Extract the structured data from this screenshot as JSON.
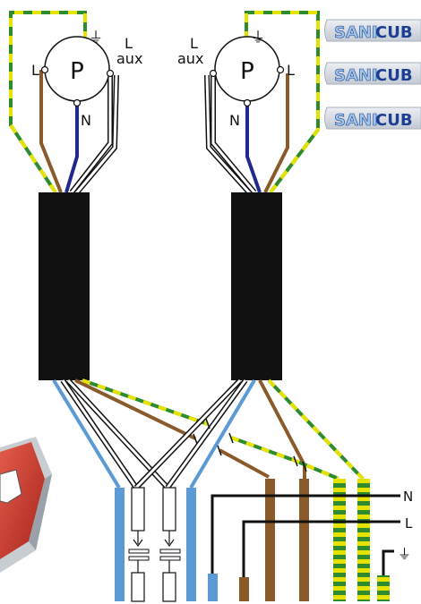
{
  "pumps": [
    {
      "id": "left",
      "symbol": "P",
      "label_L": "L",
      "label_N": "N",
      "label_aux_top": "L",
      "label_aux_bottom": "aux",
      "earth": "⏚"
    },
    {
      "id": "right",
      "symbol": "P",
      "label_L": "L",
      "label_N": "N",
      "label_aux_top": "L",
      "label_aux_bottom": "aux",
      "earth": "⏚"
    }
  ],
  "brand_logos": [
    {
      "text_a": "SANI",
      "text_b": "CUB"
    },
    {
      "text_a": "SANI",
      "text_b": "CUB"
    },
    {
      "text_a": "SANI",
      "text_b": "CUB"
    }
  ],
  "supply_labels": {
    "neutral": "N",
    "live": "L",
    "earth": "⏚"
  },
  "colors": {
    "live_brown": "#8B5A2B",
    "neutral_blue": "#5B9BD5",
    "neutral_dark_blue": "#1F2A8C",
    "earth_green": "#2E8B2E",
    "earth_yellow": "#E6E200",
    "cable_black": "#111111",
    "brand_blue": "#1C3F94",
    "brand_bg": "#D9DEE5"
  }
}
